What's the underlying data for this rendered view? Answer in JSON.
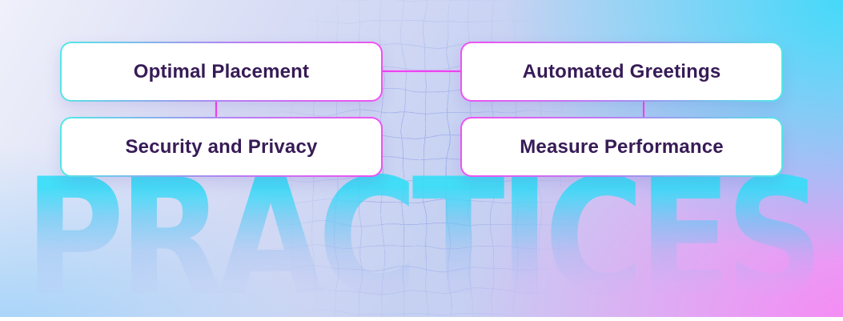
{
  "title_word": "PRACTICES",
  "nodes": [
    {
      "id": "optimal-placement",
      "label": "Optimal Placement"
    },
    {
      "id": "automated-greetings",
      "label": "Automated Greetings"
    },
    {
      "id": "security-and-privacy",
      "label": "Security and Privacy"
    },
    {
      "id": "measure-performance",
      "label": "Measure Performance"
    }
  ],
  "colors": {
    "node_text": "#371B56",
    "border_cyan": "#4FEAE6",
    "border_magenta": "#F34FF2",
    "connector": "#EE42F0",
    "word_gradient_top": "#36DDF7",
    "bg_top_right": "#3ED9FA",
    "bg_bottom_right": "#FA85F5",
    "bg_bottom_left": "#96D0FA",
    "bg_top_left": "#EFF0FA"
  }
}
